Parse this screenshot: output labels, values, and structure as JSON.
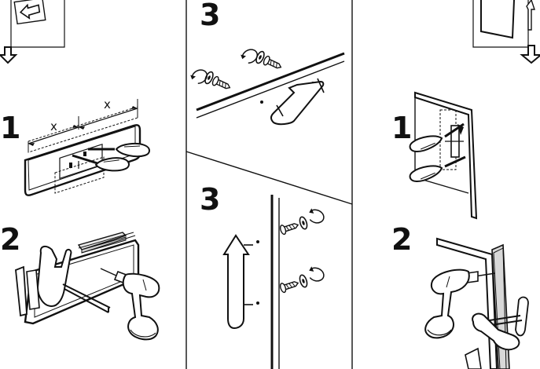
{
  "steps": {
    "left_top": "1",
    "left_bottom": "2",
    "middle_top": "3",
    "middle_bottom": "3",
    "right_top": "1",
    "right_bottom": "2"
  },
  "dimensions": {
    "left": "x",
    "right": "x"
  },
  "icons": [
    "arrow-left-icon",
    "down-arrow-icon",
    "screwdriver-icon",
    "drill-icon",
    "clamp-icon",
    "screw-icon",
    "arrow-handle-icon"
  ]
}
